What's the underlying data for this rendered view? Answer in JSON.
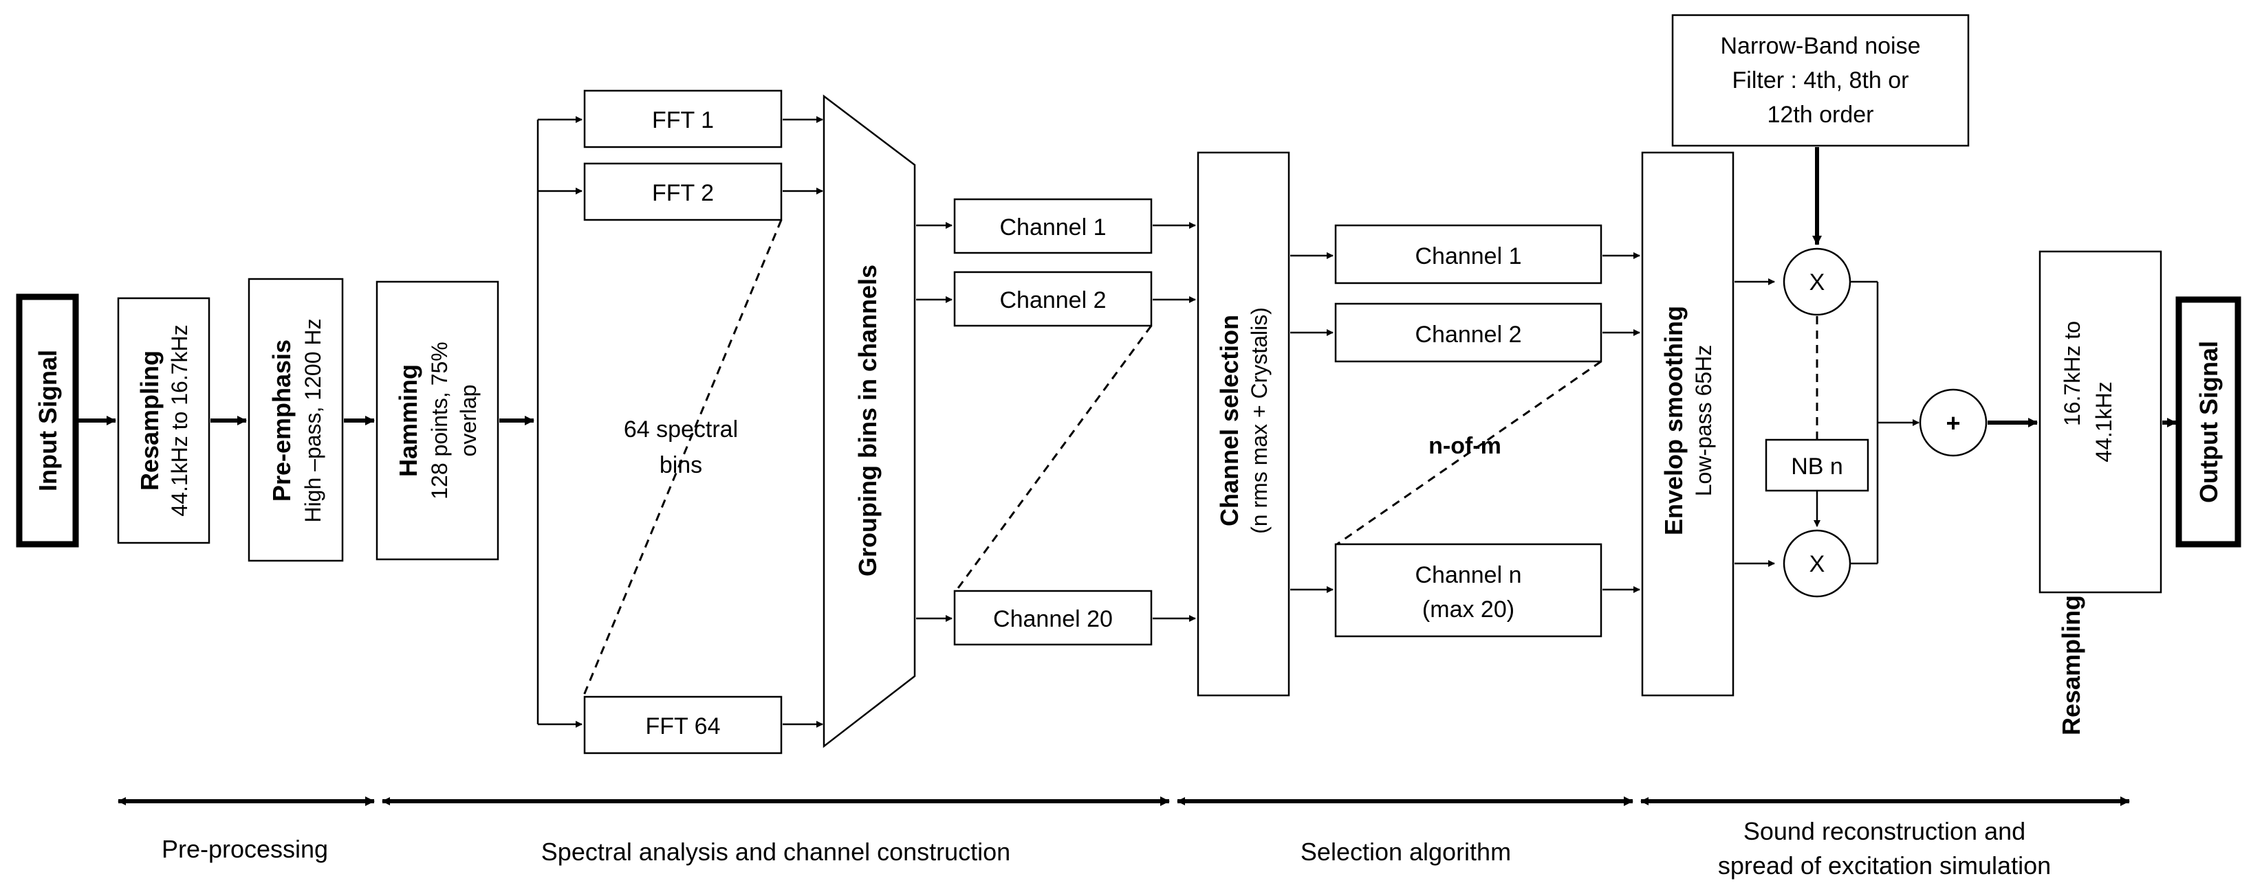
{
  "io": {
    "input": "Input Signal",
    "output": "Output Signal"
  },
  "preprocessing": {
    "resampling_title": "Resampling",
    "resampling_sub": "44.1kHz to 16.7kHz",
    "preemph_title": "Pre-emphasis",
    "preemph_sub": "High –pass, 1200 Hz",
    "hamming_title": "Hamming",
    "hamming_sub1": "128 points, 75%",
    "hamming_sub2": "overlap"
  },
  "spectral": {
    "fft": [
      "FFT 1",
      "FFT 2",
      "FFT 64"
    ],
    "bins_line1": "64 spectral",
    "bins_line2": "bins",
    "grouping": "Grouping  bins in channels",
    "channels": [
      "Channel 1",
      "Channel 2",
      "Channel 20"
    ]
  },
  "selection": {
    "title": "Channel selection",
    "sub": "(n rms max + Crystalis)",
    "channels": [
      "Channel 1",
      "Channel 2"
    ],
    "channel_n_line1": "Channel n",
    "channel_n_line2": "(max 20)",
    "n_of_m": "n-of-m"
  },
  "reconstruction": {
    "envelope_title": "Envelop smoothing",
    "envelope_sub": "Low-pass 65Hz",
    "noise_line1": "Narrow-Band noise",
    "noise_line2": "Filter : 4th, 8th or",
    "noise_line3": "12th order",
    "multiply": "X",
    "nb": "NB n",
    "sum": "+",
    "resample_title": "Resampling",
    "resample_sub1": "16.7kHz to",
    "resample_sub2": "44.1kHz"
  },
  "stages": {
    "pre": "Pre-processing",
    "spectral": "Spectral analysis and channel construction",
    "selection": "Selection algorithm",
    "reconstruction_line1": "Sound reconstruction and",
    "reconstruction_line2": "spread of excitation simulation"
  }
}
